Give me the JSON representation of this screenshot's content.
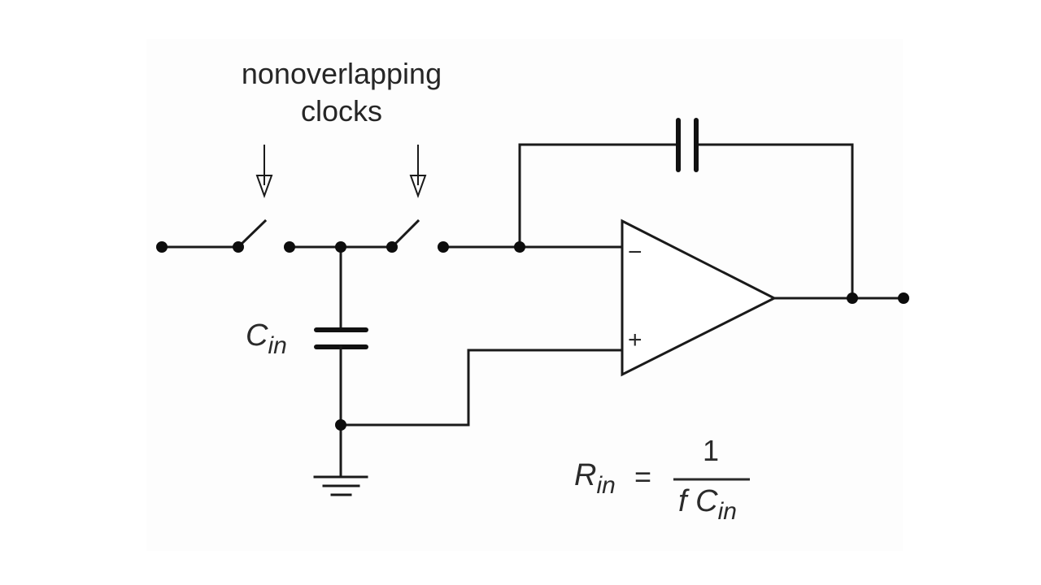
{
  "diagram": {
    "title_line1": "nonoverlapping",
    "title_line2": "clocks",
    "components": {
      "input_capacitor": {
        "label_main": "C",
        "label_sub": "in"
      },
      "feedback_capacitor": {
        "label": ""
      },
      "opamp": {
        "inverting_sign": "−",
        "noninverting_sign": "+"
      },
      "switches": [
        "switch-1",
        "switch-2"
      ],
      "ground": "ground"
    },
    "equation": {
      "lhs_main": "R",
      "lhs_sub": "in",
      "equals": "=",
      "numerator": "1",
      "denominator_f": "f",
      "denominator_main": "C",
      "denominator_sub": "in"
    }
  }
}
